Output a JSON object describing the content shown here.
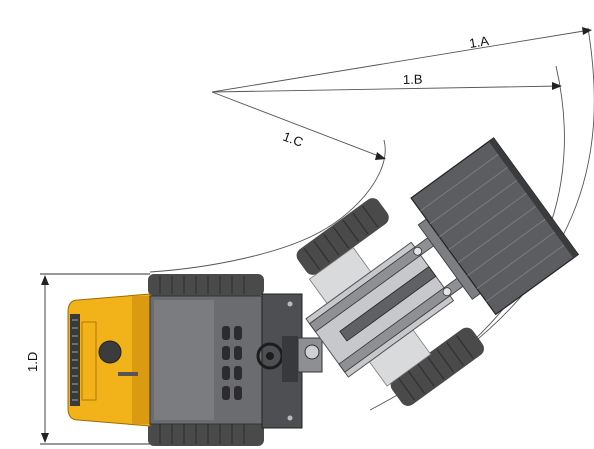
{
  "diagram": {
    "dimensions": {
      "a": "1.A",
      "b": "1.B",
      "c": "1.C",
      "d": "1.D"
    },
    "vehicle": {
      "type": "articulated-loader-top-view"
    },
    "colors": {
      "body": "#f2b21a",
      "body_shade": "#c98a0b",
      "tire": "#4a4a4a",
      "chassis": "#5a5c60",
      "panel": "#d9dadc",
      "bucket": "#5b5d60",
      "line": "#333333"
    }
  }
}
